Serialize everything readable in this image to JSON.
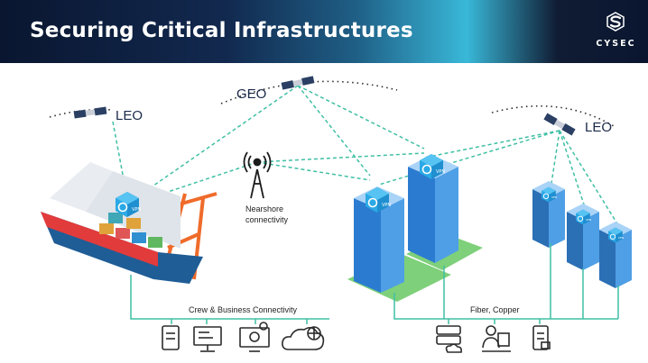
{
  "header": {
    "title": "Securing Critical Infrastructures"
  },
  "logo": {
    "text": "CYSEC"
  },
  "satellites": {
    "left_label": "LEO",
    "top_label": "GEO",
    "right_label": "LEO"
  },
  "tower": {
    "label": "Nearshore\nconnectivity"
  },
  "vpn_badge": "VPN",
  "labels": {
    "crew": "Crew & Business Connectivity",
    "fiber": "Fiber, Copper"
  },
  "colors": {
    "link": "#3fbfa4",
    "vpn_box": "#2aa9e6",
    "building": "#2b7cd0",
    "grass": "#7ed07a"
  },
  "bottom_icons": {
    "left": [
      "tablet-device-icon",
      "monitor-terminal-icon",
      "computer-gear-icon",
      "cloud-network-icon"
    ],
    "right": [
      "server-database-icon",
      "operator-workstation-icon",
      "mobile-device-icon"
    ]
  }
}
